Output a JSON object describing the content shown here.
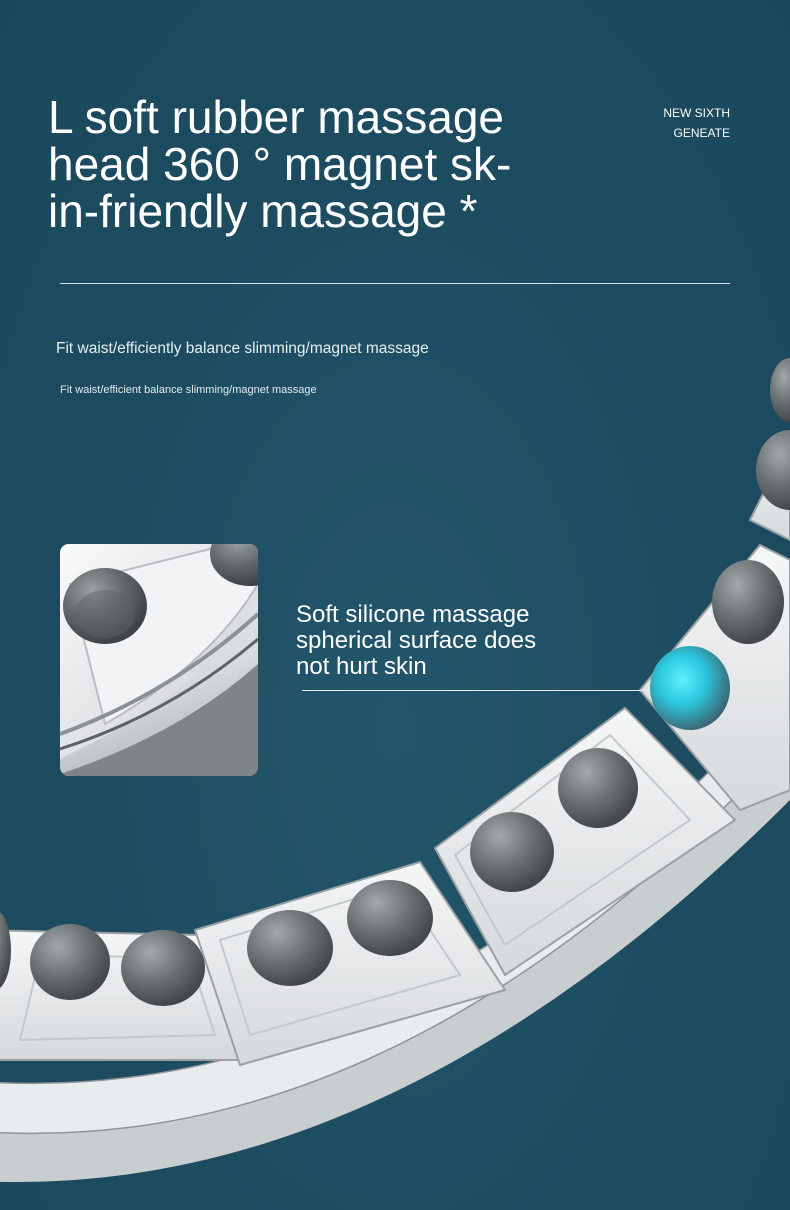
{
  "headline": {
    "line1": "L soft rubber massage",
    "line2": "head 360 ° magnet sk-",
    "line3": "in-friendly massage *"
  },
  "badge": {
    "line1": "NEW SIXTH",
    "line2": "GENEATE"
  },
  "subtitle_primary": "Fit waist/efficiently balance slimming/magnet massage",
  "subtitle_secondary": "Fit waist/efficient balance slimming/magnet massage",
  "callout": {
    "line1": "Soft silicone massage",
    "line2": "spherical surface does",
    "line3": "not hurt skin"
  },
  "colors": {
    "background": "#1d4c61",
    "accent_glow": "#35d3e6",
    "segment_white": "#eef0f1",
    "ball_gray": "#6b7073"
  }
}
